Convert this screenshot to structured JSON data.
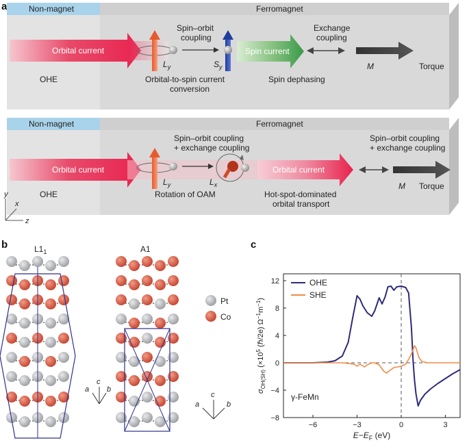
{
  "panel_labels": {
    "a": "a",
    "b": "b",
    "c": "c"
  },
  "panel_a": {
    "top": {
      "nonmagnet": "Non-magnet",
      "ferromagnet": "Ferromagnet",
      "orbital_current": "Orbital current",
      "soc_label": [
        "Spin–orbit",
        "coupling"
      ],
      "spin_current": "Spin current",
      "exchange_label": [
        "Exchange",
        "coupling"
      ],
      "ly": "L",
      "ly_sub": "y",
      "sy": "S",
      "sy_sub": "y",
      "m": "M",
      "torque": "Torque",
      "ohe": "OHE",
      "conversion": [
        "Orbital-to-spin current",
        "conversion"
      ],
      "dephasing": "Spin dephasing"
    },
    "bottom": {
      "nonmagnet": "Non-magnet",
      "ferromagnet": "Ferromagnet",
      "orbital_current_1": "Orbital current",
      "orbital_current_2": "Orbital current",
      "soc_label": [
        "Spin–orbit coupling",
        "+ exchange coupling"
      ],
      "soc_label_2": [
        "Spin–orbit coupling",
        "+ exchange coupling"
      ],
      "ly": "L",
      "ly_sub": "y",
      "lx": "L",
      "lx_sub": "x",
      "m": "M",
      "torque": "Torque",
      "ohe": "OHE",
      "rotation": "Rotation of OAM",
      "hotspot": [
        "Hot-spot-dominated",
        "orbital transport"
      ]
    },
    "axes": {
      "y": "y",
      "x": "x",
      "z": "z"
    }
  },
  "panel_b": {
    "l10_title": "L1",
    "l10_sub": "1",
    "a1_title": "A1",
    "legend": [
      {
        "label": "Pt",
        "color": "#a9abae"
      },
      {
        "label": "Co",
        "color": "#d8553f"
      }
    ],
    "axes": {
      "a": "a",
      "b": "b",
      "c": "c"
    }
  },
  "chart_data": {
    "type": "line",
    "title": "γ-FeMn",
    "xlabel": "E−E",
    "xlabel_sub": "F",
    "xlabel_unit": " (eV)",
    "ylabel": "σ",
    "ylabel_sub": "OH(SH)",
    "ylabel_rest": " (×10",
    "ylabel_exp": "5",
    "ylabel_tail": " (ℏ/2e) Ω",
    "ylabel_unit_exp1": "−1",
    "ylabel_m": "m",
    "ylabel_unit_exp2": "−1",
    "ylabel_close": ")",
    "xlim": [
      -8,
      4
    ],
    "ylim": [
      -8,
      13
    ],
    "xticks": [
      -6,
      -3,
      0,
      3
    ],
    "yticks": [
      -8,
      -4,
      0,
      4,
      8,
      12
    ],
    "series": [
      {
        "name": "OHE",
        "color": "#2d2a7a",
        "x": [
          -8,
          -6,
          -5,
          -4.5,
          -4,
          -3.6,
          -3.3,
          -3.0,
          -2.8,
          -2.6,
          -2.3,
          -2.0,
          -1.8,
          -1.5,
          -1.3,
          -1.1,
          -0.9,
          -0.7,
          -0.5,
          -0.3,
          0,
          0.3,
          0.5,
          0.7,
          0.8,
          0.9,
          1.0,
          1.15,
          1.3,
          1.6,
          2,
          2.5,
          3,
          3.5,
          4
        ],
        "y": [
          0,
          0,
          0.1,
          0.3,
          1.0,
          3.0,
          6.5,
          9.8,
          9.3,
          8.3,
          7.3,
          6.8,
          7.6,
          9.5,
          8.6,
          9.6,
          11.1,
          11.2,
          10.6,
          11.1,
          11.2,
          11.0,
          10.2,
          5.0,
          0.5,
          -2.5,
          -4.5,
          -6.3,
          -5.5,
          -4.6,
          -3.8,
          -3.0,
          -2.3,
          -1.6,
          -1.0
        ]
      },
      {
        "name": "SHE",
        "color": "#f08a46",
        "x": [
          -8,
          -4,
          -3.2,
          -3.0,
          -2.8,
          -2.5,
          -2.3,
          -2.0,
          -1.8,
          -1.5,
          -1.2,
          -1.0,
          -0.7,
          -0.5,
          0,
          0.3,
          0.5,
          0.7,
          0.9,
          1.0,
          1.2,
          1.4,
          1.8,
          2.5,
          4
        ],
        "y": [
          0,
          0,
          -0.2,
          -0.5,
          -0.2,
          -0.6,
          -0.3,
          0,
          0,
          -0.3,
          -1.2,
          -1.5,
          -1.0,
          -0.7,
          -0.5,
          -0.2,
          0.5,
          1.3,
          2.5,
          2.2,
          0.8,
          0.2,
          0,
          0,
          0
        ]
      }
    ]
  }
}
